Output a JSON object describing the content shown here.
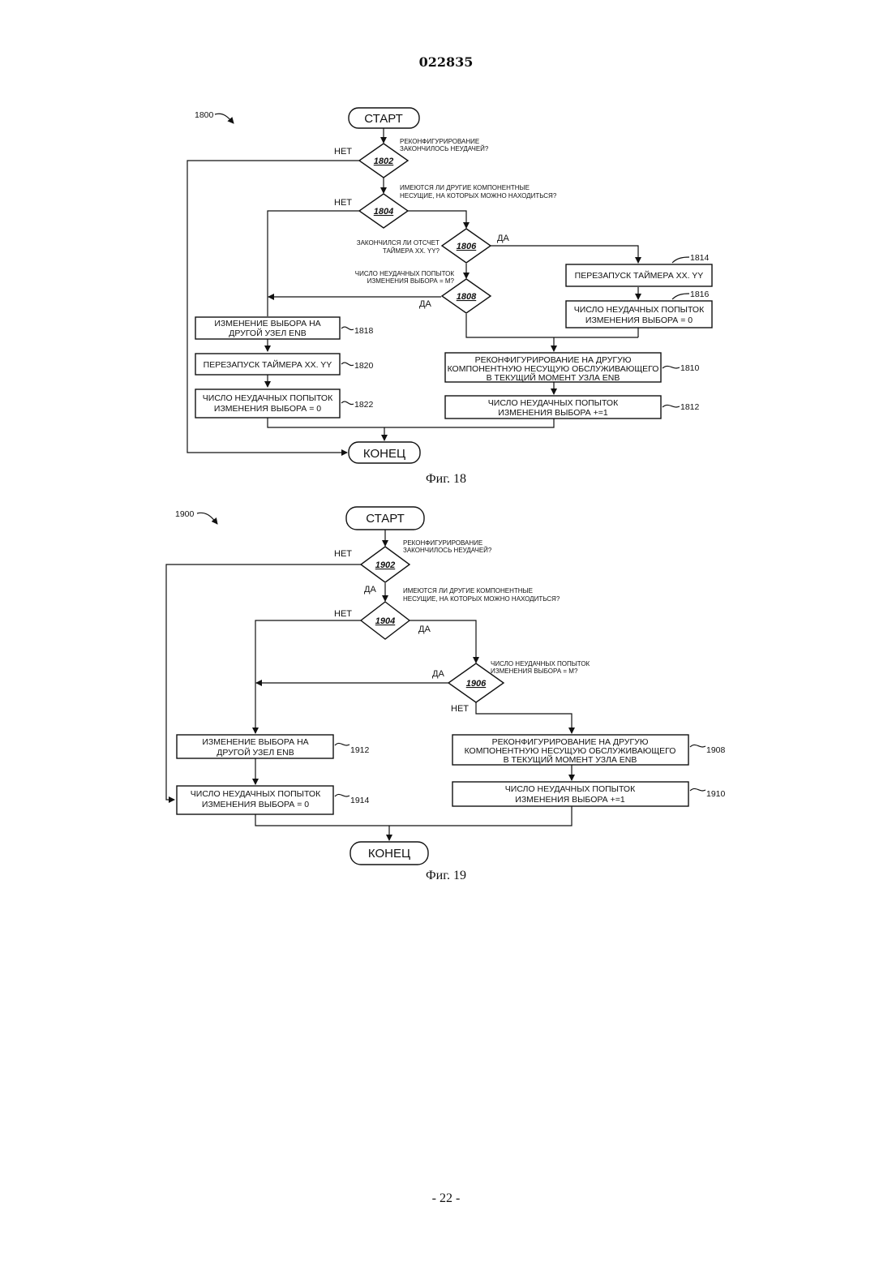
{
  "document": {
    "number": "022835",
    "page_number": "- 22 -"
  },
  "fig18": {
    "ref": "1800",
    "caption": "Фиг. 18",
    "start": "СТАРТ",
    "end": "КОНЕЦ",
    "d1802": {
      "id": "1802",
      "q1": "РЕКОНФИГУРИРОВАНИЕ",
      "q2": "ЗАКОНЧИЛОСЬ НЕУДАЧЕЙ?",
      "no": "НЕТ"
    },
    "d1804": {
      "id": "1804",
      "q1": "ИМЕЮТСЯ ЛИ ДРУГИЕ КОМПОНЕНТНЫЕ",
      "q2": "НЕСУЩИЕ, НА КОТОРЫХ МОЖНО НАХОДИТЬСЯ?",
      "no": "НЕТ"
    },
    "d1806": {
      "id": "1806",
      "q1": "ЗАКОНЧИЛСЯ ЛИ ОТСЧЕТ",
      "q2": "ТАЙМЕРА XX. YY?",
      "yes": "ДА"
    },
    "d1808": {
      "id": "1808",
      "q1": "ЧИСЛО НЕУДАЧНЫХ ПОПЫТОК",
      "q2": "ИЗМЕНЕНИЯ ВЫБОРА = M?",
      "yes": "ДА"
    },
    "b1814": {
      "ref": "1814",
      "line1": "ПЕРЕЗАПУСК ТАЙМЕРА XX. YY"
    },
    "b1816": {
      "ref": "1816",
      "line1": "ЧИСЛО НЕУДАЧНЫХ ПОПЫТОК",
      "line2": "ИЗМЕНЕНИЯ ВЫБОРА = 0"
    },
    "b1818": {
      "ref": "1818",
      "line1": "ИЗМЕНЕНИЕ ВЫБОРА НА",
      "line2": "ДРУГОЙ УЗЕЛ ENB"
    },
    "b1820": {
      "ref": "1820",
      "line1": "ПЕРЕЗАПУСК ТАЙМЕРА XX. YY"
    },
    "b1822": {
      "ref": "1822",
      "line1": "ЧИСЛО НЕУДАЧНЫХ ПОПЫТОК",
      "line2": "ИЗМЕНЕНИЯ ВЫБОРА = 0"
    },
    "b1810": {
      "ref": "1810",
      "line1": "РЕКОНФИГУРИРОВАНИЕ НА ДРУГУЮ",
      "line2": "КОМПОНЕНТНУЮ НЕСУЩУЮ ОБСЛУЖИВАЮЩЕГО",
      "line3": "В ТЕКУЩИЙ МОМЕНТ УЗЛА ENB"
    },
    "b1812": {
      "ref": "1812",
      "line1": "ЧИСЛО НЕУДАЧНЫХ ПОПЫТОК",
      "line2": "ИЗМЕНЕНИЯ ВЫБОРА +=1"
    }
  },
  "fig19": {
    "ref": "1900",
    "caption": "Фиг. 19",
    "start": "СТАРТ",
    "end": "КОНЕЦ",
    "d1902": {
      "id": "1902",
      "q1": "РЕКОНФИГУРИРОВАНИЕ",
      "q2": "ЗАКОНЧИЛОСЬ НЕУДАЧЕЙ?",
      "no": "НЕТ",
      "yes": "ДА"
    },
    "d1904": {
      "id": "1904",
      "q1": "ИМЕЮТСЯ ЛИ ДРУГИЕ КОМПОНЕНТНЫЕ",
      "q2": "НЕСУЩИЕ, НА КОТОРЫХ МОЖНО НАХОДИТЬСЯ?",
      "no": "НЕТ",
      "yes": "ДА"
    },
    "d1906": {
      "id": "1906",
      "q1": "ЧИСЛО НЕУДАЧНЫХ ПОПЫТОК",
      "q2": "ИЗМЕНЕНИЯ ВЫБОРА = M?",
      "no": "НЕТ",
      "yes": "ДА"
    },
    "b1912": {
      "ref": "1912",
      "line1": "ИЗМЕНЕНИЕ ВЫБОРА НА",
      "line2": "ДРУГОЙ УЗЕЛ ENB"
    },
    "b1914": {
      "ref": "1914",
      "line1": "ЧИСЛО НЕУДАЧНЫХ ПОПЫТОК",
      "line2": "ИЗМЕНЕНИЯ ВЫБОРА = 0"
    },
    "b1908": {
      "ref": "1908",
      "line1": "РЕКОНФИГУРИРОВАНИЕ НА ДРУГУЮ",
      "line2": "КОМПОНЕНТНУЮ НЕСУЩУЮ ОБСЛУЖИВАЮЩЕГО",
      "line3": "В ТЕКУЩИЙ МОМЕНТ УЗЛА ENB"
    },
    "b1910": {
      "ref": "1910",
      "line1": "ЧИСЛО НЕУДАЧНЫХ ПОПЫТОК",
      "line2": "ИЗМЕНЕНИЯ ВЫБОРА +=1"
    }
  }
}
